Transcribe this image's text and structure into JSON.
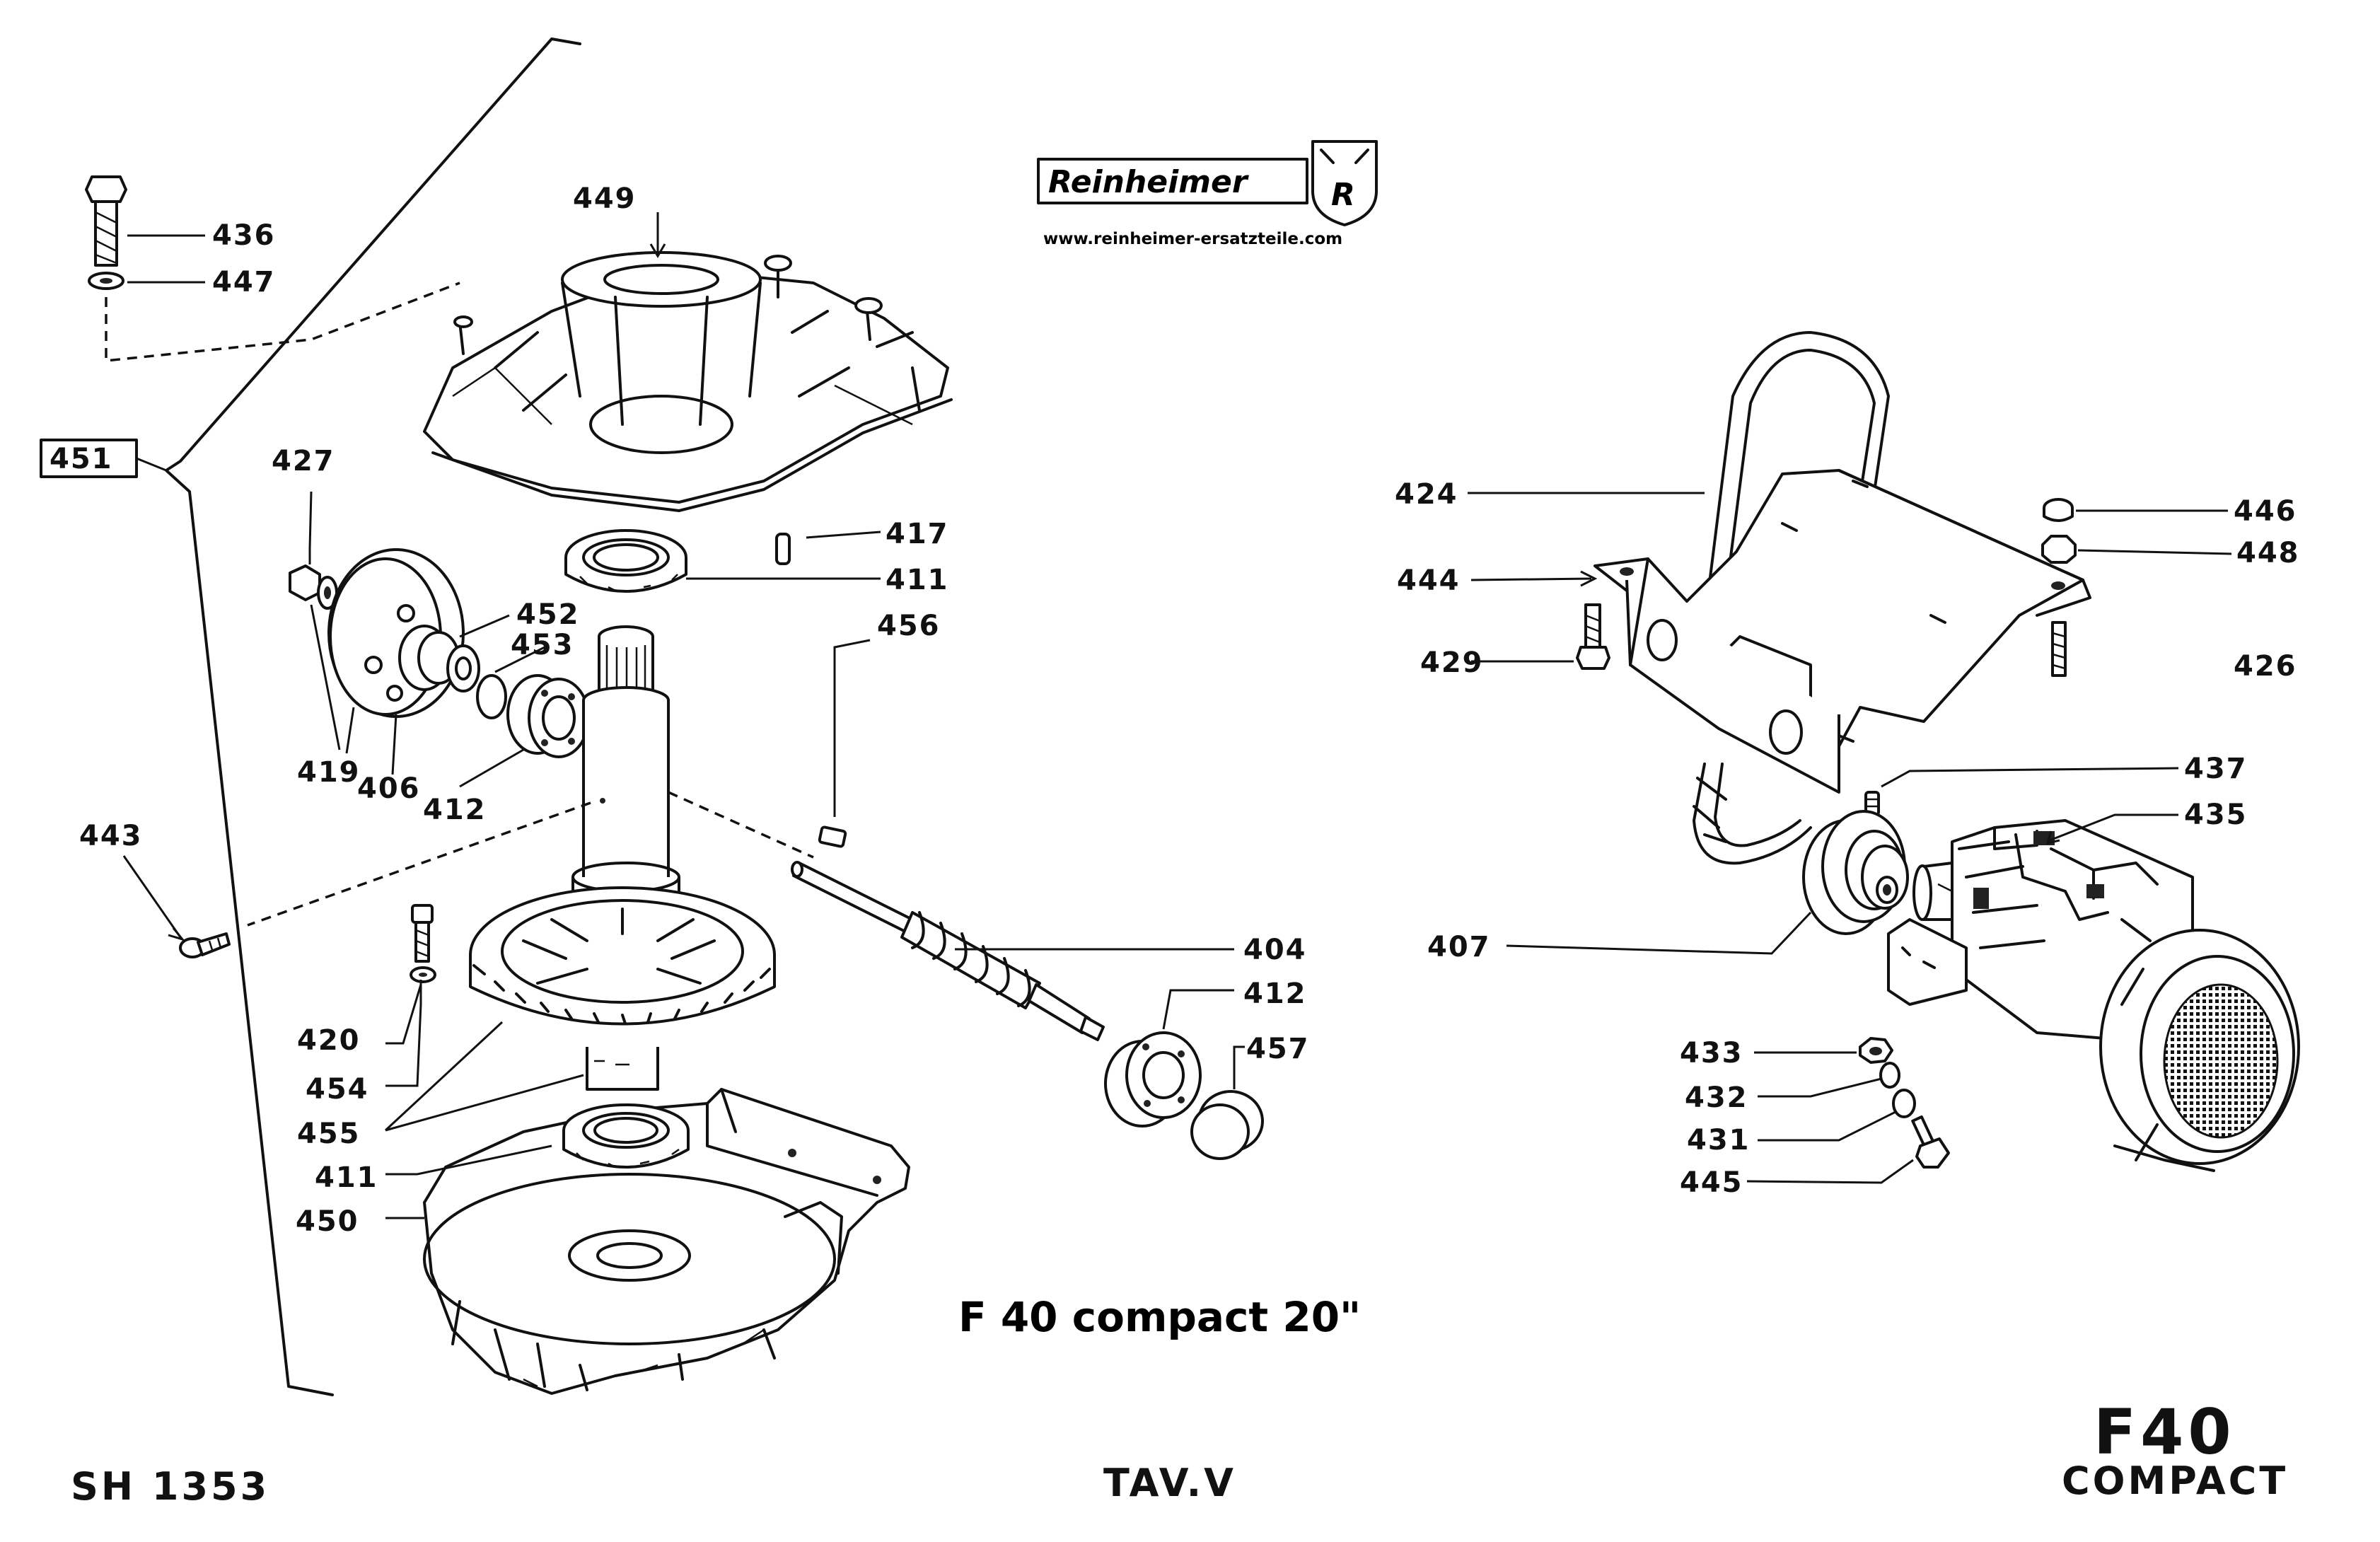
{
  "brand": {
    "name": "Reinheimer",
    "emblem_letter": "R",
    "url": "www.reinheimer-ersatzteile.com"
  },
  "title": "F 40 compact 20\"",
  "footer": {
    "sheet_code": "SH 1353",
    "plate": "TAV.V",
    "model_main": "F40",
    "model_sub": "COMPACT"
  },
  "part_labels": {
    "p449": "449",
    "p436": "436",
    "p447": "447",
    "p451": "451",
    "p427": "427",
    "p452": "452",
    "p453": "453",
    "p419": "419",
    "p406": "406",
    "p412a": "412",
    "p417": "417",
    "p411a": "411",
    "p456": "456",
    "p443": "443",
    "p420": "420",
    "p454": "454",
    "p455": "455",
    "p411b": "411",
    "p450": "450",
    "p404": "404",
    "p412b": "412",
    "p457": "457",
    "p424": "424",
    "p444": "444",
    "p429": "429",
    "p446": "446",
    "p448": "448",
    "p426": "426",
    "p437": "437",
    "p435": "435",
    "p407": "407",
    "p433": "433",
    "p432": "432",
    "p431": "431",
    "p445": "445"
  }
}
